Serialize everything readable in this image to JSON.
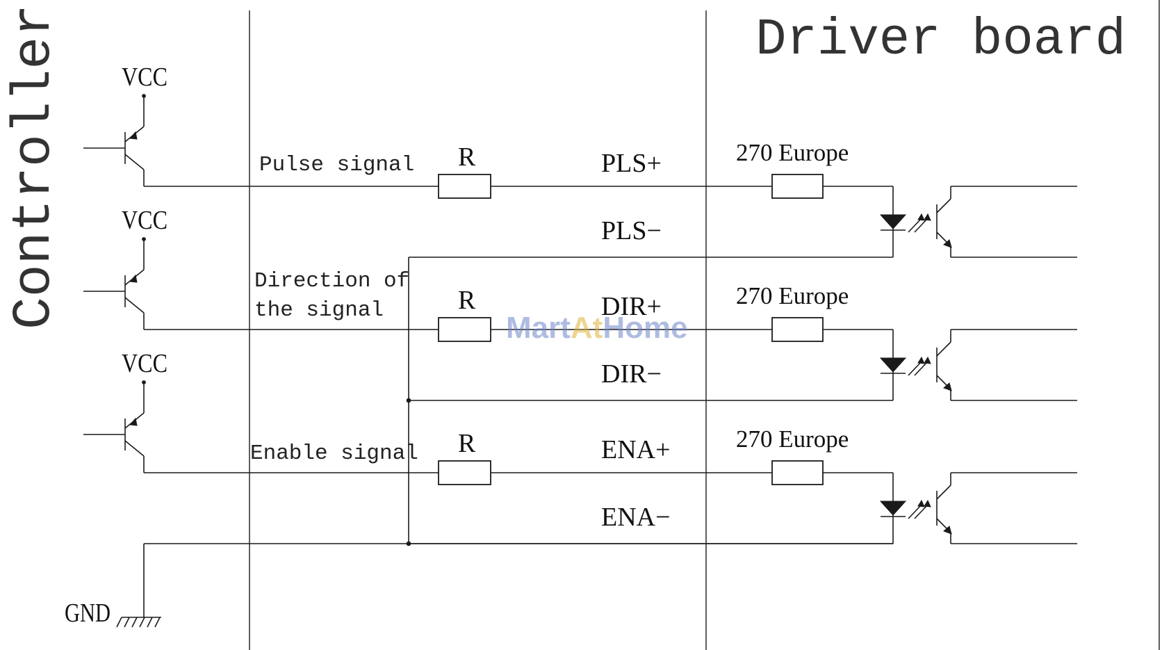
{
  "titles": {
    "controller": "Controller",
    "driver_board": "Driver board"
  },
  "supply_label": "VCC",
  "ground_label": "GND",
  "resistor_label": "R",
  "opto_resistor_label": "270 Europe",
  "channels": [
    {
      "signal_label": [
        "Pulse signal"
      ],
      "plus": "PLS+",
      "minus": "PLS−"
    },
    {
      "signal_label": [
        "Direction of",
        "the signal"
      ],
      "plus": "DIR+",
      "minus": "DIR−"
    },
    {
      "signal_label": [
        "Enable signal"
      ],
      "plus": "ENA+",
      "minus": "ENA−"
    }
  ],
  "watermark": {
    "parts": [
      "Mart",
      "At",
      "Home"
    ],
    "colors": [
      "#6f86c9",
      "#e0b43a",
      "#6f86c9"
    ]
  }
}
